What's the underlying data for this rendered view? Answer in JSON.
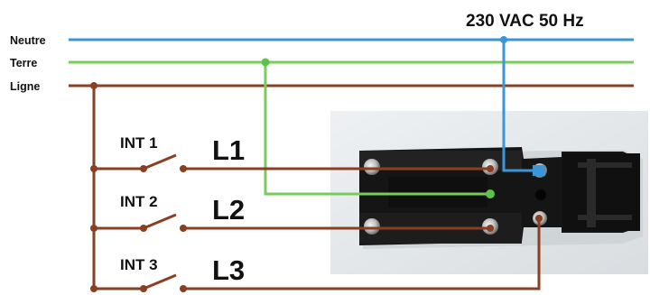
{
  "title": "230 VAC 50 Hz",
  "buses": {
    "neutral": "Neutre",
    "earth": "Terre",
    "line": "Ligne"
  },
  "switches": [
    {
      "label": "INT 1",
      "output": "L1"
    },
    {
      "label": "INT 2",
      "output": "L2"
    },
    {
      "label": "INT 3",
      "output": "L3"
    }
  ],
  "colors": {
    "neutral_wire": "#3a96d6",
    "earth_wire": "#7acc5a",
    "line_wire": "#8a3e22"
  }
}
